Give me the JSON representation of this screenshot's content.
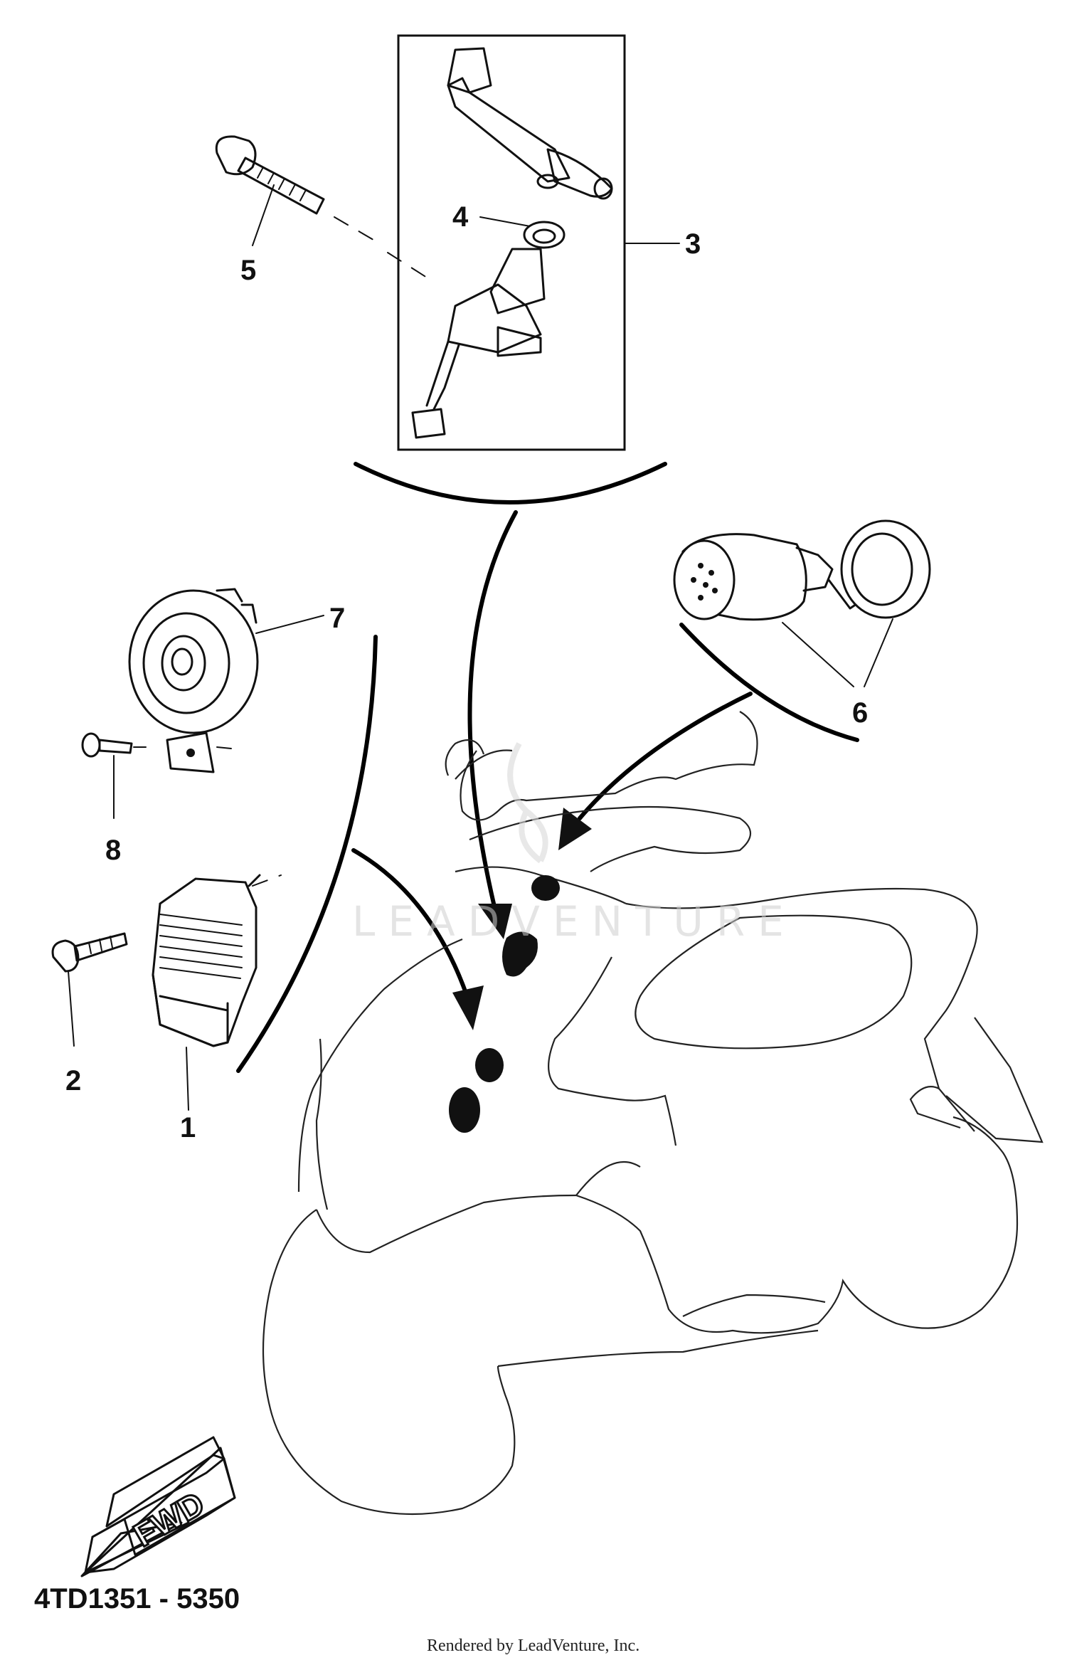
{
  "diagram": {
    "code": "4TD1351 - 5350",
    "watermark": "LEADVENTURE",
    "footer": "Rendered by LeadVenture, Inc.",
    "direction_label": "FWD",
    "callouts": [
      {
        "id": "1",
        "label": "1"
      },
      {
        "id": "2",
        "label": "2"
      },
      {
        "id": "3",
        "label": "3"
      },
      {
        "id": "4",
        "label": "4"
      },
      {
        "id": "5",
        "label": "5"
      },
      {
        "id": "6",
        "label": "6"
      },
      {
        "id": "7",
        "label": "7"
      },
      {
        "id": "8",
        "label": "8"
      }
    ]
  }
}
